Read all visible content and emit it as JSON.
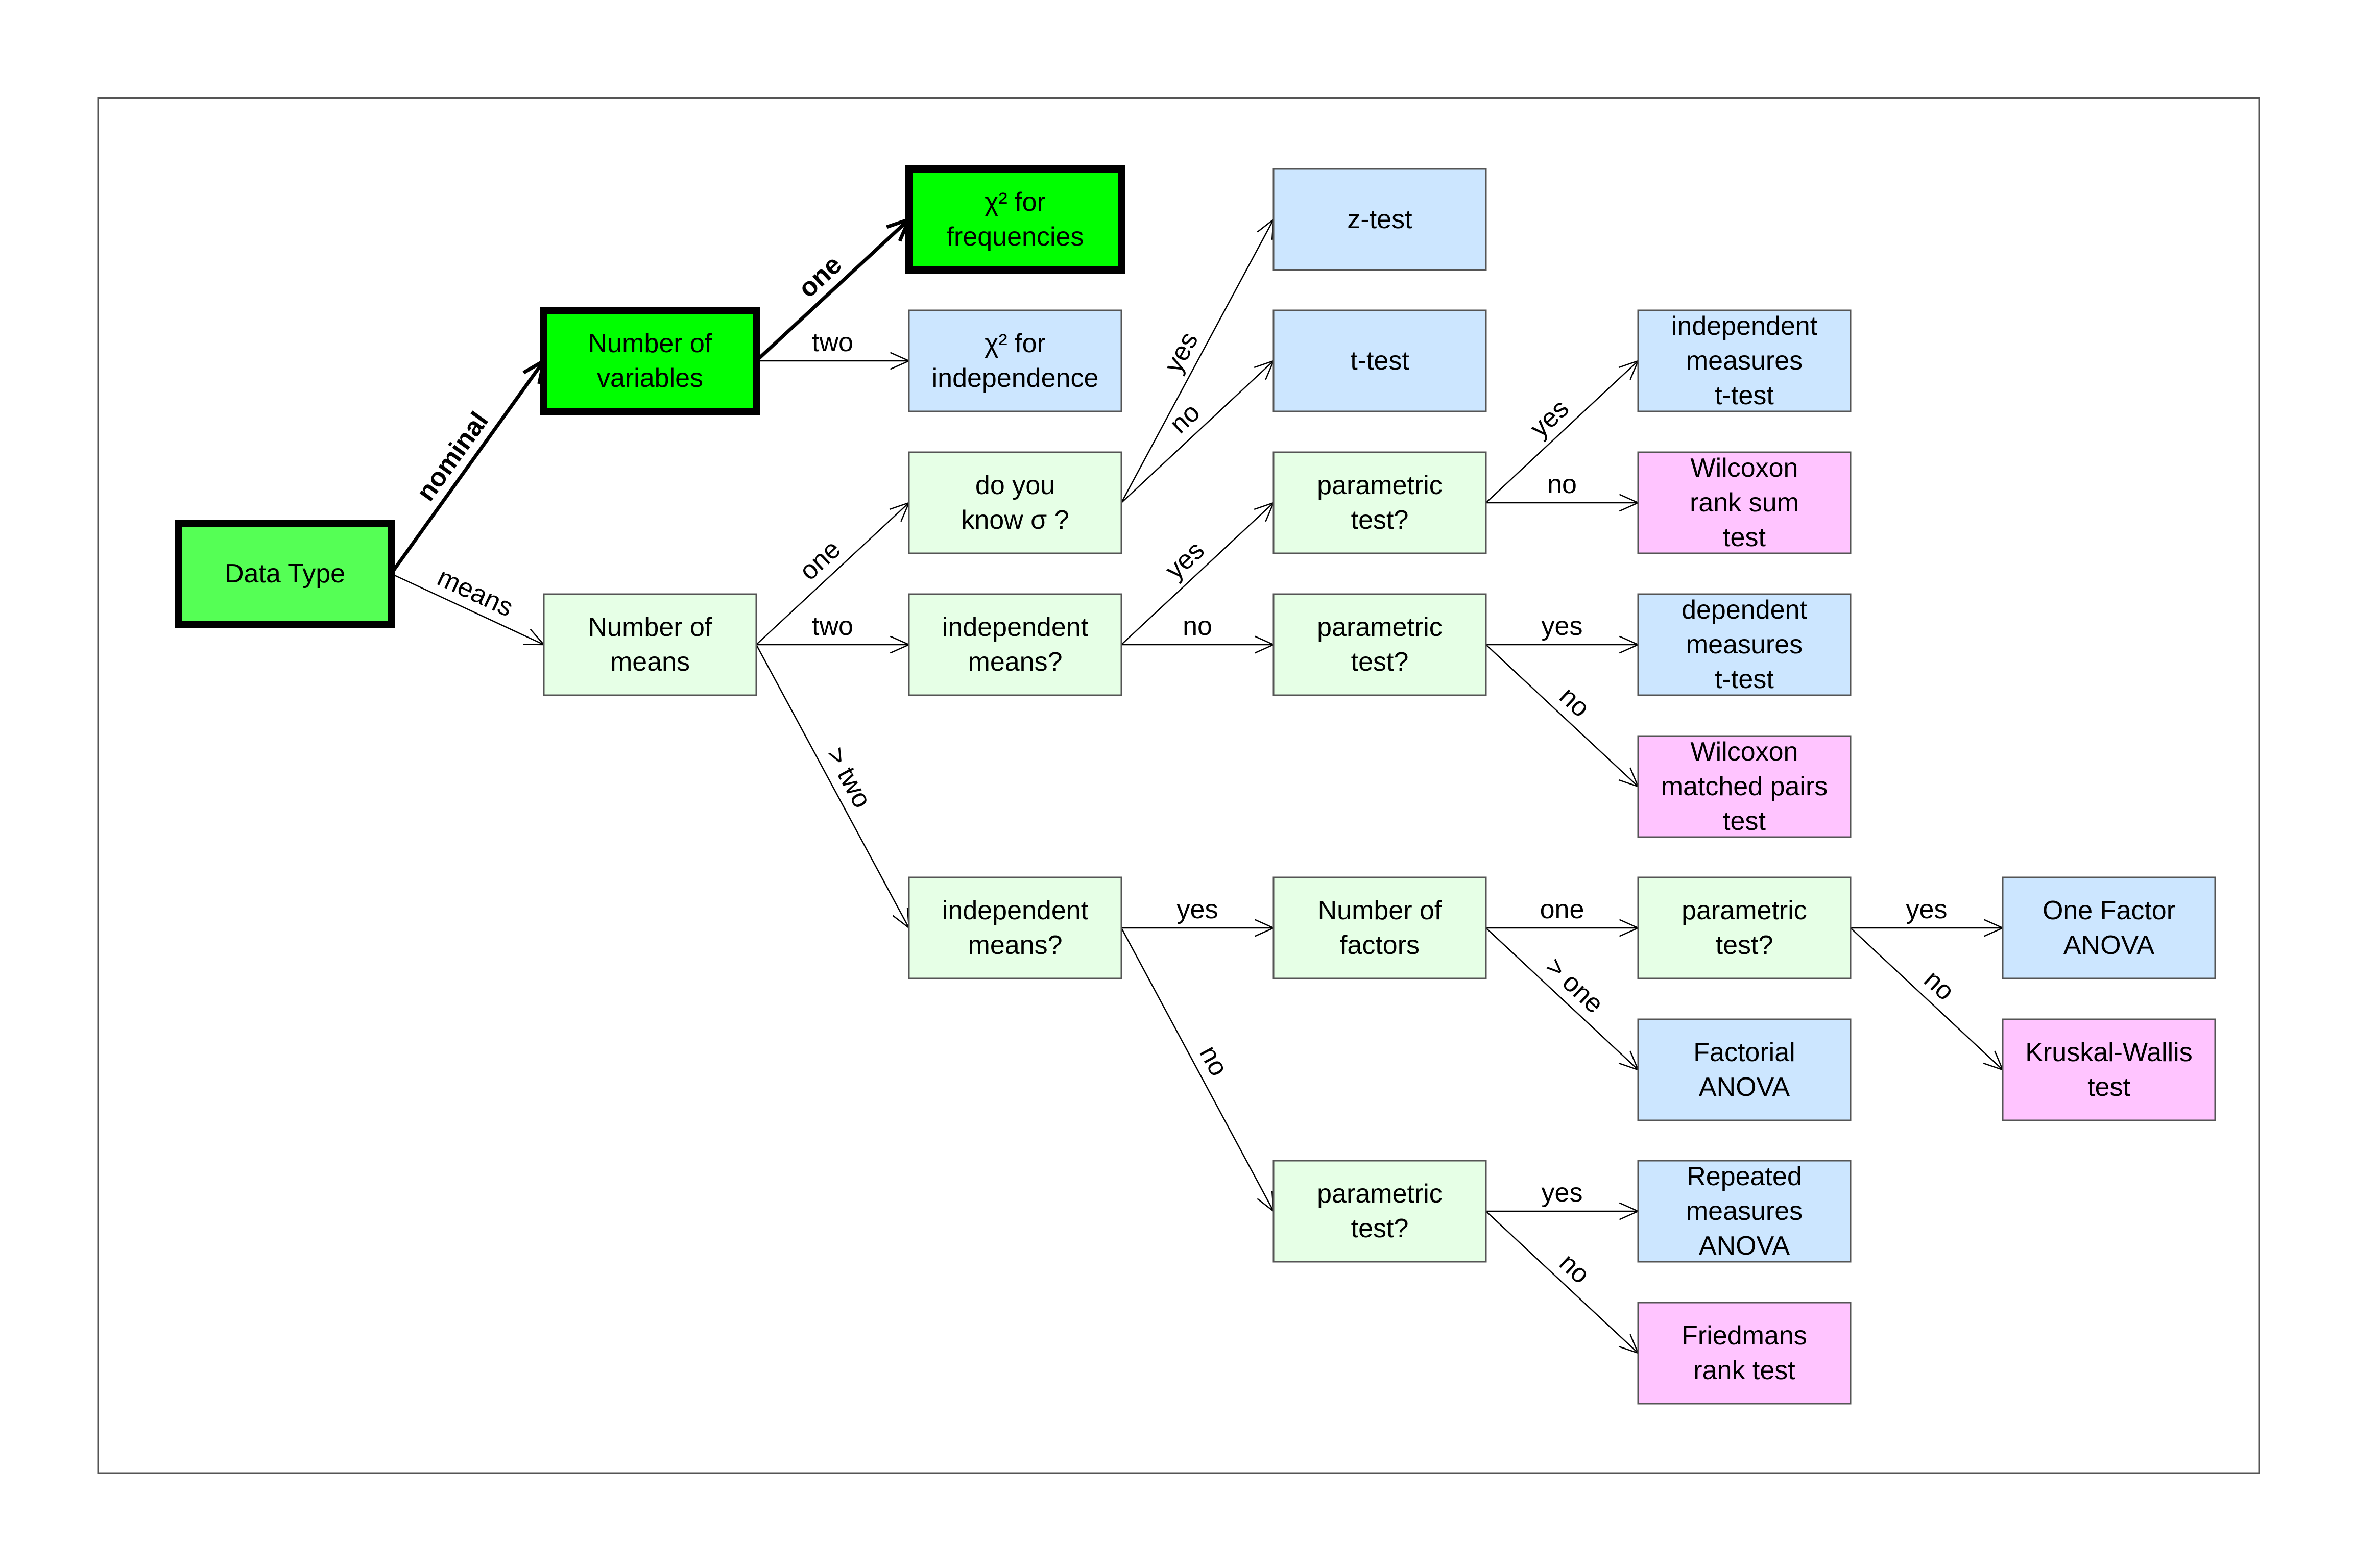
{
  "colors": {
    "highlight_green": "#00ff00",
    "selected_green": "#55ff55",
    "light_green": "#e6ffe6",
    "light_blue": "#cce6ff",
    "pink": "#ffc4ff",
    "border": "#555555",
    "edge": "#000000"
  },
  "nodes": [
    {
      "id": "data-type",
      "lines": [
        "Data Type"
      ],
      "style": "selected"
    },
    {
      "id": "num-variables",
      "lines": [
        "Number of",
        "variables"
      ],
      "style": "highlight"
    },
    {
      "id": "chi2-frequencies",
      "lines": [
        "χ² for",
        "frequencies"
      ],
      "style": "highlight"
    },
    {
      "id": "chi2-independence",
      "lines": [
        "χ² for",
        "independence"
      ],
      "style": "blue"
    },
    {
      "id": "num-means",
      "lines": [
        "Number of",
        "means"
      ],
      "style": "green"
    },
    {
      "id": "know-sigma",
      "lines": [
        "do you",
        "know σ ?"
      ],
      "style": "green"
    },
    {
      "id": "z-test",
      "lines": [
        "z-test"
      ],
      "style": "blue"
    },
    {
      "id": "t-test",
      "lines": [
        "t-test"
      ],
      "style": "blue"
    },
    {
      "id": "indep-means-two",
      "lines": [
        "independent",
        "means?"
      ],
      "style": "green"
    },
    {
      "id": "param-test-a",
      "lines": [
        "parametric",
        "test?"
      ],
      "style": "green"
    },
    {
      "id": "param-test-b",
      "lines": [
        "parametric",
        "test?"
      ],
      "style": "green"
    },
    {
      "id": "indep-measures-ttest",
      "lines": [
        "independent",
        "measures",
        "t-test"
      ],
      "style": "blue"
    },
    {
      "id": "wilcoxon-rank-sum",
      "lines": [
        "Wilcoxon",
        "rank sum",
        "test"
      ],
      "style": "pink"
    },
    {
      "id": "dep-measures-ttest",
      "lines": [
        "dependent",
        "measures",
        "t-test"
      ],
      "style": "blue"
    },
    {
      "id": "wilcoxon-matched",
      "lines": [
        "Wilcoxon",
        "matched pairs",
        "test"
      ],
      "style": "pink"
    },
    {
      "id": "indep-means-many",
      "lines": [
        "independent",
        "means?"
      ],
      "style": "green"
    },
    {
      "id": "num-factors",
      "lines": [
        "Number of",
        "factors"
      ],
      "style": "green"
    },
    {
      "id": "param-test-c",
      "lines": [
        "parametric",
        "test?"
      ],
      "style": "green"
    },
    {
      "id": "one-factor-anova",
      "lines": [
        "One Factor",
        "ANOVA"
      ],
      "style": "blue"
    },
    {
      "id": "kruskal-wallis",
      "lines": [
        "Kruskal-Wallis",
        "test"
      ],
      "style": "pink"
    },
    {
      "id": "factorial-anova",
      "lines": [
        "Factorial",
        "ANOVA"
      ],
      "style": "blue"
    },
    {
      "id": "param-test-d",
      "lines": [
        "parametric",
        "test?"
      ],
      "style": "green"
    },
    {
      "id": "repeated-anova",
      "lines": [
        "Repeated",
        "measures",
        "ANOVA"
      ],
      "style": "blue"
    },
    {
      "id": "friedmans",
      "lines": [
        "Friedmans",
        "rank test"
      ],
      "style": "pink"
    }
  ],
  "edges": [
    {
      "id": "e-nominal",
      "from": "data-type",
      "to": "num-variables",
      "label": "nominal",
      "bold": true
    },
    {
      "id": "e-means",
      "from": "data-type",
      "to": "num-means",
      "label": "means",
      "bold": false
    },
    {
      "id": "e-var-one",
      "from": "num-variables",
      "to": "chi2-frequencies",
      "label": "one",
      "bold": true
    },
    {
      "id": "e-var-two",
      "from": "num-variables",
      "to": "chi2-independence",
      "label": "two",
      "bold": false
    },
    {
      "id": "e-means-one",
      "from": "num-means",
      "to": "know-sigma",
      "label": "one",
      "bold": false
    },
    {
      "id": "e-means-two",
      "from": "num-means",
      "to": "indep-means-two",
      "label": "two",
      "bold": false
    },
    {
      "id": "e-means-many",
      "from": "num-means",
      "to": "indep-means-many",
      "label": "> two",
      "bold": false
    },
    {
      "id": "e-sigma-yes",
      "from": "know-sigma",
      "to": "z-test",
      "label": "yes",
      "bold": false
    },
    {
      "id": "e-sigma-no",
      "from": "know-sigma",
      "to": "t-test",
      "label": "no",
      "bold": false
    },
    {
      "id": "e-indep-yes",
      "from": "indep-means-two",
      "to": "param-test-a",
      "label": "yes",
      "bold": false
    },
    {
      "id": "e-indep-no",
      "from": "indep-means-two",
      "to": "param-test-b",
      "label": "no",
      "bold": false
    },
    {
      "id": "e-pa-yes",
      "from": "param-test-a",
      "to": "indep-measures-ttest",
      "label": "yes",
      "bold": false
    },
    {
      "id": "e-pa-no",
      "from": "param-test-a",
      "to": "wilcoxon-rank-sum",
      "label": "no",
      "bold": false
    },
    {
      "id": "e-pb-yes",
      "from": "param-test-b",
      "to": "dep-measures-ttest",
      "label": "yes",
      "bold": false
    },
    {
      "id": "e-pb-no",
      "from": "param-test-b",
      "to": "wilcoxon-matched",
      "label": "no",
      "bold": false
    },
    {
      "id": "e-many-yes",
      "from": "indep-means-many",
      "to": "num-factors",
      "label": "yes",
      "bold": false
    },
    {
      "id": "e-many-no",
      "from": "indep-means-many",
      "to": "param-test-d",
      "label": "no",
      "bold": false
    },
    {
      "id": "e-fac-one",
      "from": "num-factors",
      "to": "param-test-c",
      "label": "one",
      "bold": false
    },
    {
      "id": "e-fac-many",
      "from": "num-factors",
      "to": "factorial-anova",
      "label": "> one",
      "bold": false
    },
    {
      "id": "e-pc-yes",
      "from": "param-test-c",
      "to": "one-factor-anova",
      "label": "yes",
      "bold": false
    },
    {
      "id": "e-pc-no",
      "from": "param-test-c",
      "to": "kruskal-wallis",
      "label": "no",
      "bold": false
    },
    {
      "id": "e-pd-yes",
      "from": "param-test-d",
      "to": "repeated-anova",
      "label": "yes",
      "bold": false
    },
    {
      "id": "e-pd-no",
      "from": "param-test-d",
      "to": "friedmans",
      "label": "no",
      "bold": false
    }
  ]
}
